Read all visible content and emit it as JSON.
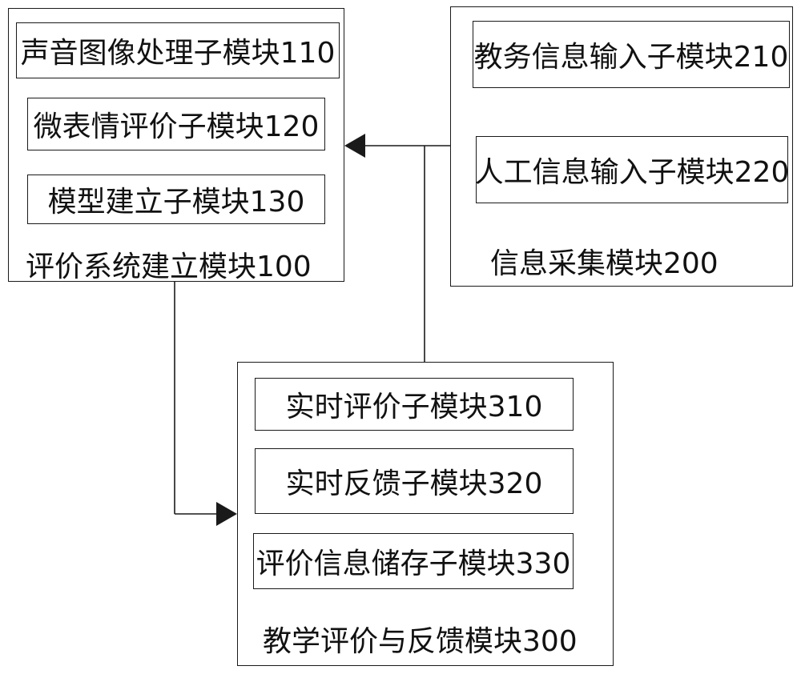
{
  "module_100": {
    "title": "评价系统建立模块100",
    "subs": [
      "声音图像处理子模块110",
      "微表情评价子模块120",
      "模型建立子模块130"
    ]
  },
  "module_200": {
    "title": "信息采集模块200",
    "subs": [
      "教务信息输入子模块210",
      "人工信息输入子模块220"
    ]
  },
  "module_300": {
    "title": "教学评价与反馈模块300",
    "subs": [
      "实时评价子模块310",
      "实时反馈子模块320",
      "评价信息储存子模块330"
    ]
  },
  "colors": {
    "line": "#1a1a1a",
    "background": "#ffffff"
  }
}
